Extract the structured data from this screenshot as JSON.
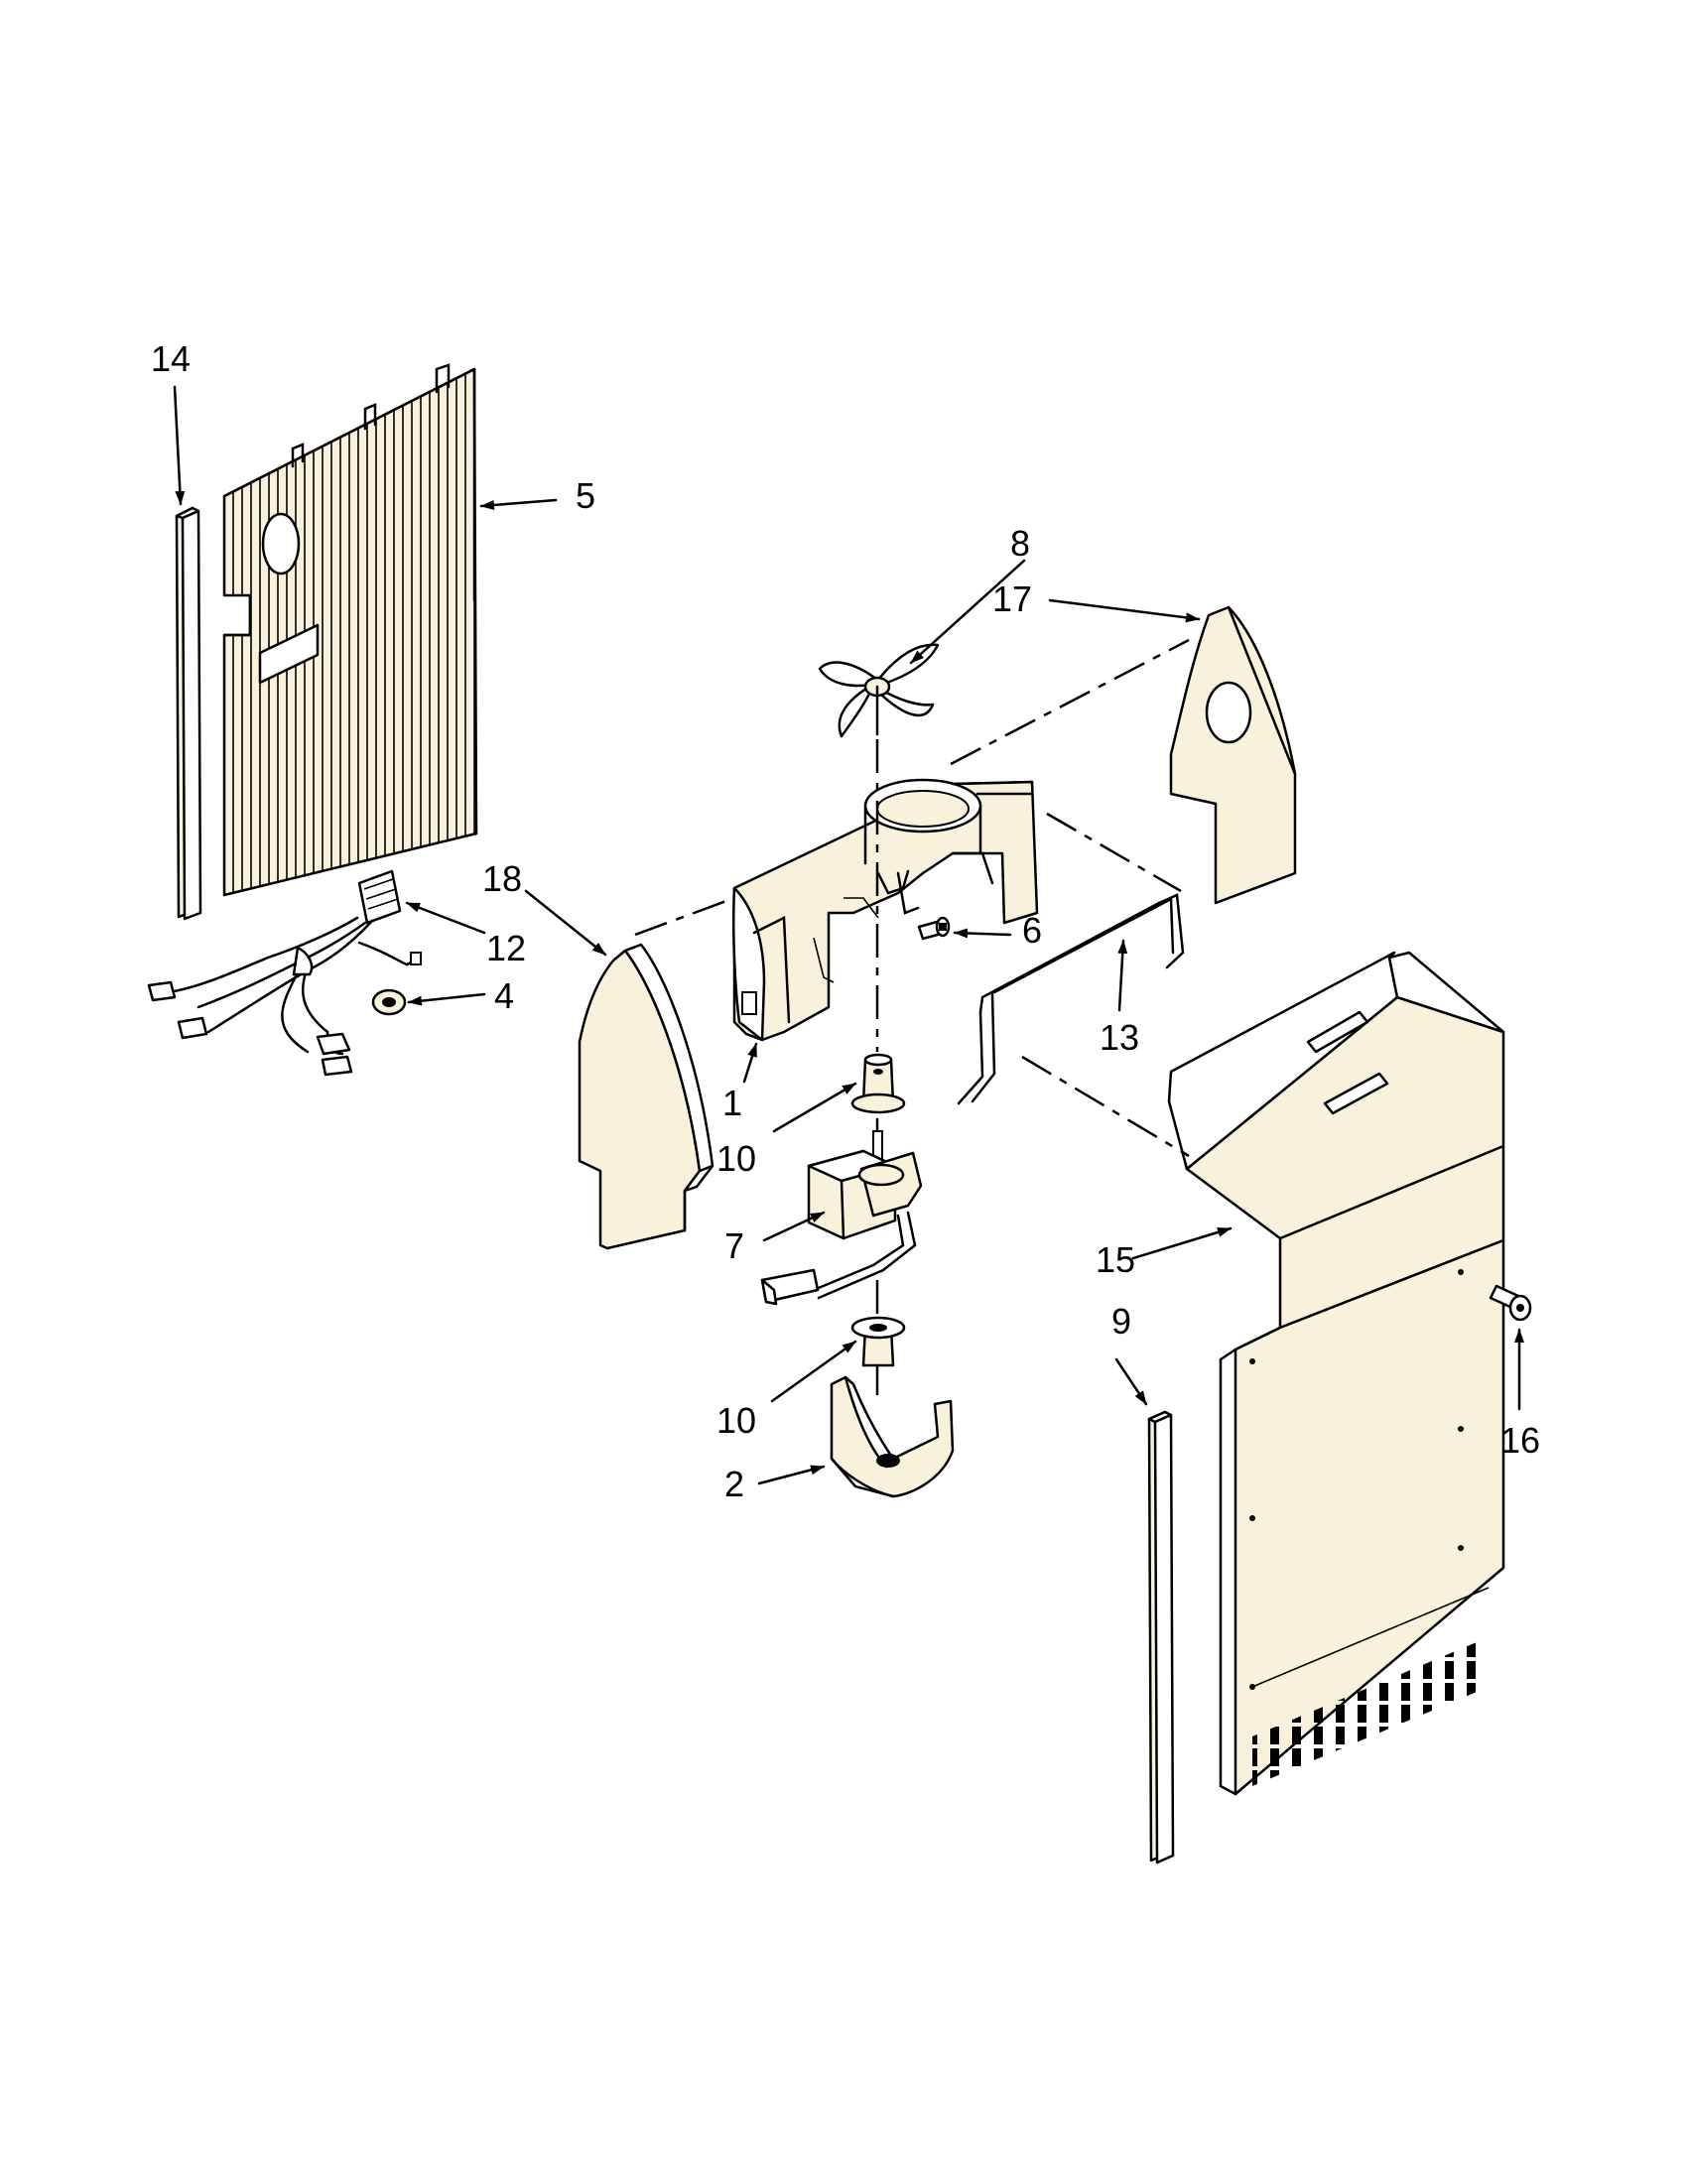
{
  "callouts": [
    {
      "id": "c14",
      "text": "14"
    },
    {
      "id": "c5",
      "text": "5"
    },
    {
      "id": "c8",
      "text": "8"
    },
    {
      "id": "c17",
      "text": "17"
    },
    {
      "id": "c18",
      "text": "18"
    },
    {
      "id": "c12",
      "text": "12"
    },
    {
      "id": "c6",
      "text": "6"
    },
    {
      "id": "c4",
      "text": "4"
    },
    {
      "id": "c13",
      "text": "13"
    },
    {
      "id": "c1",
      "text": "1"
    },
    {
      "id": "c10a",
      "text": "10"
    },
    {
      "id": "c7",
      "text": "7"
    },
    {
      "id": "c15",
      "text": "15"
    },
    {
      "id": "c9",
      "text": "9"
    },
    {
      "id": "c16",
      "text": "16"
    },
    {
      "id": "c10b",
      "text": "10"
    },
    {
      "id": "c2",
      "text": "2"
    }
  ]
}
